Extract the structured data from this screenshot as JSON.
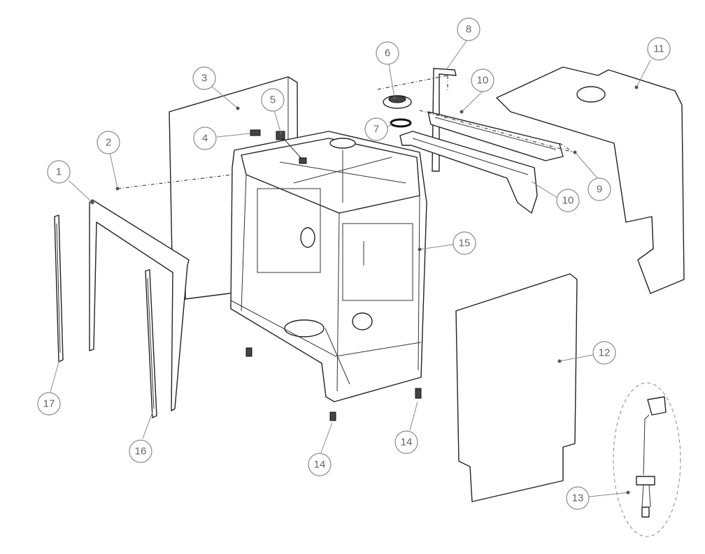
{
  "callouts": {
    "c1": "1",
    "c2": "2",
    "c3": "3",
    "c4": "4",
    "c5": "5",
    "c6": "6",
    "c7": "7",
    "c8": "8",
    "c9": "9",
    "c10a": "10",
    "c10b": "10",
    "c11": "11",
    "c12": "12",
    "c13": "13",
    "c14a": "14",
    "c14b": "14",
    "c15": "15",
    "c16": "16",
    "c17": "17"
  },
  "colors": {
    "line": "#222222",
    "callout": "#8a8a8a",
    "callout_text": "#666666"
  }
}
